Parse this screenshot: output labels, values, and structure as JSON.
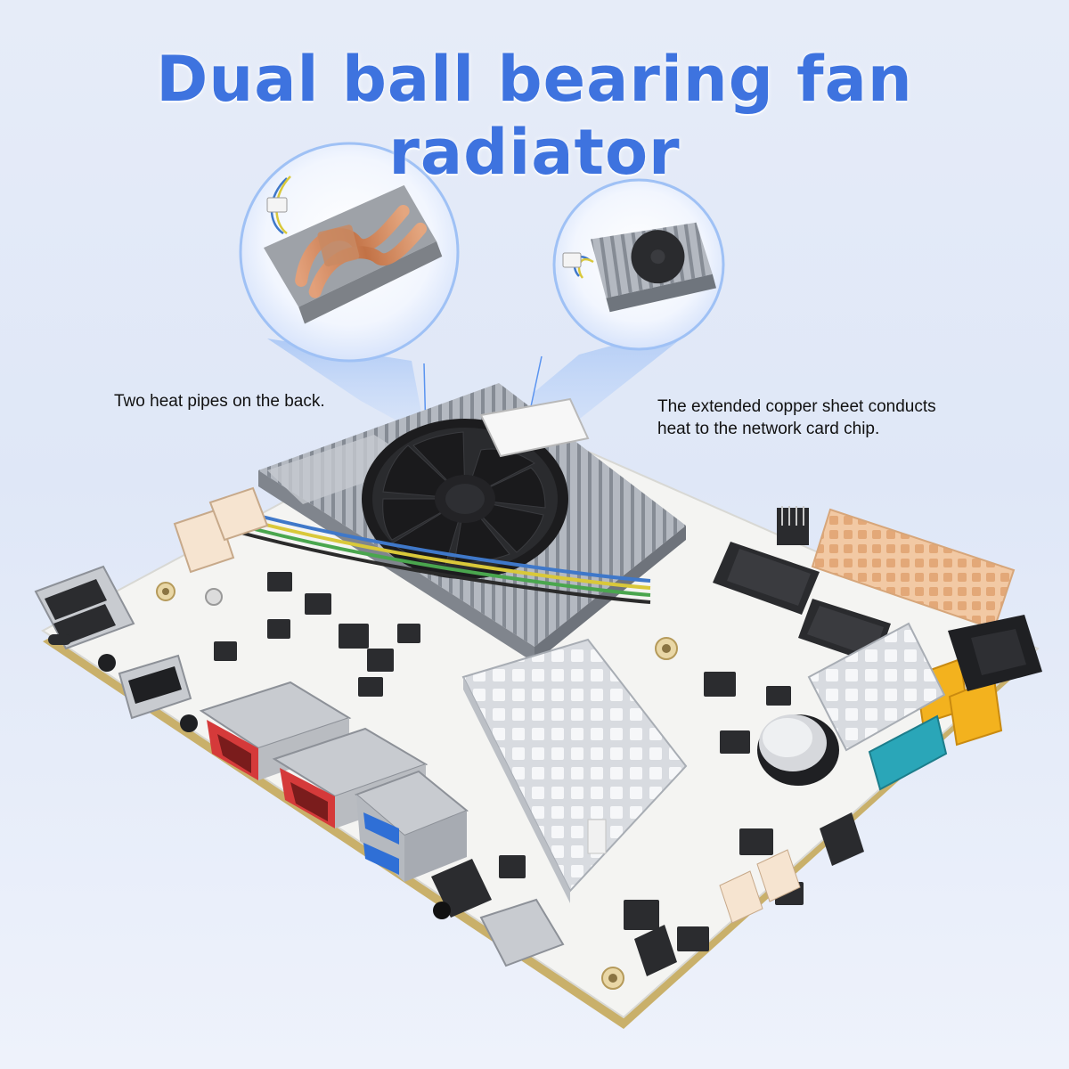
{
  "headline": "Dual ball bearing fan radiator",
  "callouts": {
    "heat_pipes": "Two heat pipes on the back.",
    "copper_sheet_line1": "The extended copper sheet conducts",
    "copper_sheet_line2": "heat to the network card chip."
  },
  "colors": {
    "headline": "#3e73df",
    "background": "#e3eaf8",
    "pcb": "#f4f4f2",
    "heatsink": "#b9bec6",
    "fan": "#1c1c1e",
    "copper": "#c9825a",
    "lan_port": "#d53a3a",
    "usb3_blue": "#2f6fd6",
    "power_connector": "#f2c9a4",
    "sata": "#f3b21e",
    "usb_header": "#2aa6b8"
  }
}
